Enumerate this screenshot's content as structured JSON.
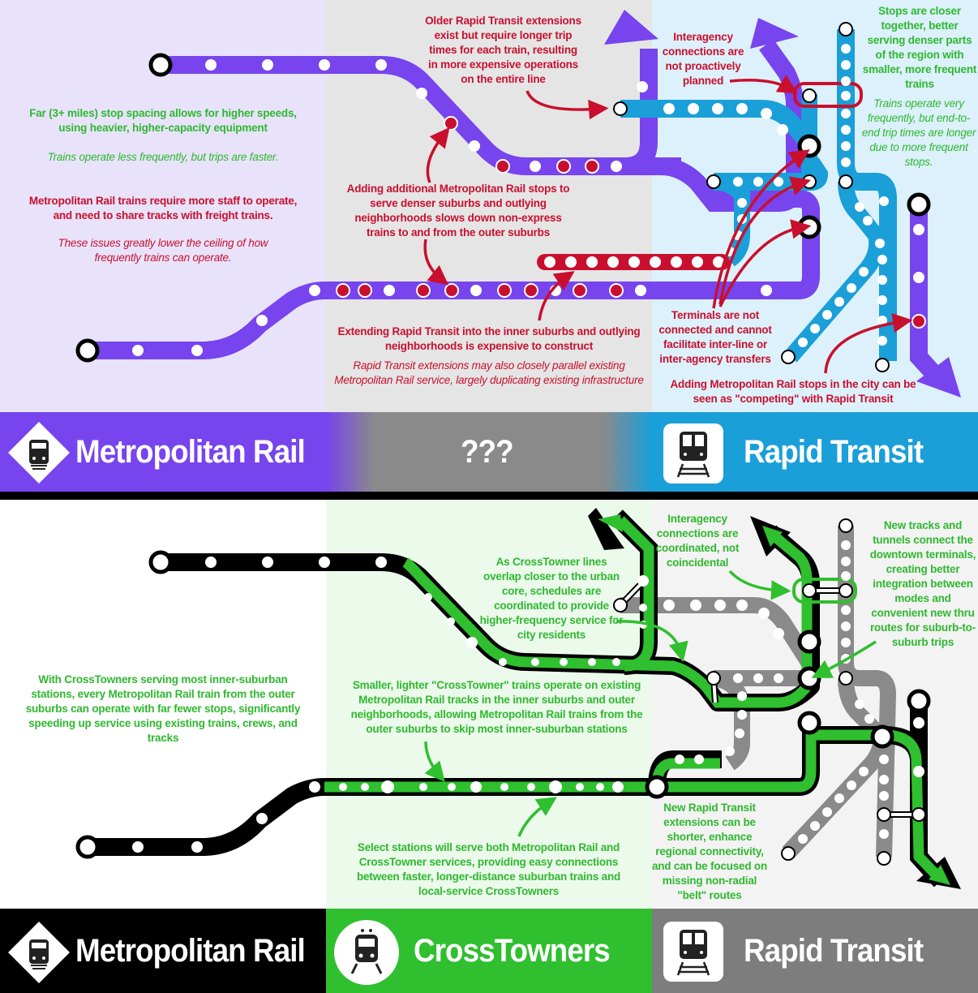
{
  "top": {
    "notes": {
      "older_rt": "Older Rapid Transit extensions exist but require longer trip times for each train, resulting in more expensive operations on the entire line",
      "interagency": "Interagency connections are not proactively planned",
      "stops_closer": "Stops are closer together, better serving denser parts of the region with smaller, more frequent trains",
      "stops_closer_italic": "Trains operate very frequently, but end-to-end trip times are longer due to more frequent stops.",
      "far_spacing": "Far (3+ miles) stop spacing allows for higher speeds, using heavier, higher-capacity equipment",
      "far_spacing_italic": "Trains operate less frequently, but trips are faster.",
      "staff": "Metropolitan Rail trains require more staff to operate, and need to share tracks with freight trains.",
      "staff_italic": "These issues greatly lower the ceiling of how frequently trains can operate.",
      "adding_stops": "Adding additional Metropolitan Rail stops to serve denser suburbs and outlying neighborhoods slows down non-express trains to and from the outer suburbs",
      "extending": "Extending Rapid Transit into the inner suburbs and outlying neighborhoods is expensive to construct",
      "extending_italic": "Rapid Transit extensions may also closely parallel existing Metropolitan Rail service, largely duplicating existing infrastructure",
      "terminals": "Terminals are not connected and cannot facilitate inter-line or inter-agency transfers",
      "competing": "Adding Metropolitan Rail stops in the city can be seen as \"competing\" with Rapid Transit"
    },
    "banner": {
      "left": "Metropolitan Rail",
      "middle": "???",
      "right": "Rapid Transit"
    }
  },
  "bottom": {
    "notes": {
      "crosstowner_overlap": "As CrossTowner lines overlap closer to the urban core, schedules are coordinated to provide higher-frequency service for city residents",
      "interagency": "Interagency connections are coordinated, not coincidental",
      "new_tracks": "New tracks and tunnels connect the downtown terminals, creating better integration between modes and convenient new thru routes for suburb-to-suburb trips",
      "serving_inner": "With CrossTowners serving most inner-suburban stations, every Metropolitan Rail train from the outer suburbs can operate with far fewer stops, significantly speeding up service using existing trains, crews, and tracks",
      "smaller_lighter": "Smaller, lighter \"CrossTowner\" trains operate on existing Metropolitan Rail tracks in the inner suburbs and outer neighborhoods, allowing Metropolitan Rail trains from the outer suburbs to skip most inner-suburban stations",
      "select_stations": "Select stations will serve both Metropolitan Rail and CrossTowner services, providing easy connections between faster, longer-distance suburban trains and local-service CrossTowners",
      "new_rt": "New Rapid Transit extensions can be shorter, enhance regional connectivity, and can be focused on missing non-radial \"belt\" routes"
    },
    "banner": {
      "left": "Metropolitan Rail",
      "middle": "CrossTowners",
      "right": "Rapid Transit"
    }
  },
  "colors": {
    "metro_purple": "#7744ee",
    "rapid_blue": "#1a9fd9",
    "cross_green": "#2fbf2f",
    "red": "#c8102e",
    "gray": "#8a8a8a"
  }
}
